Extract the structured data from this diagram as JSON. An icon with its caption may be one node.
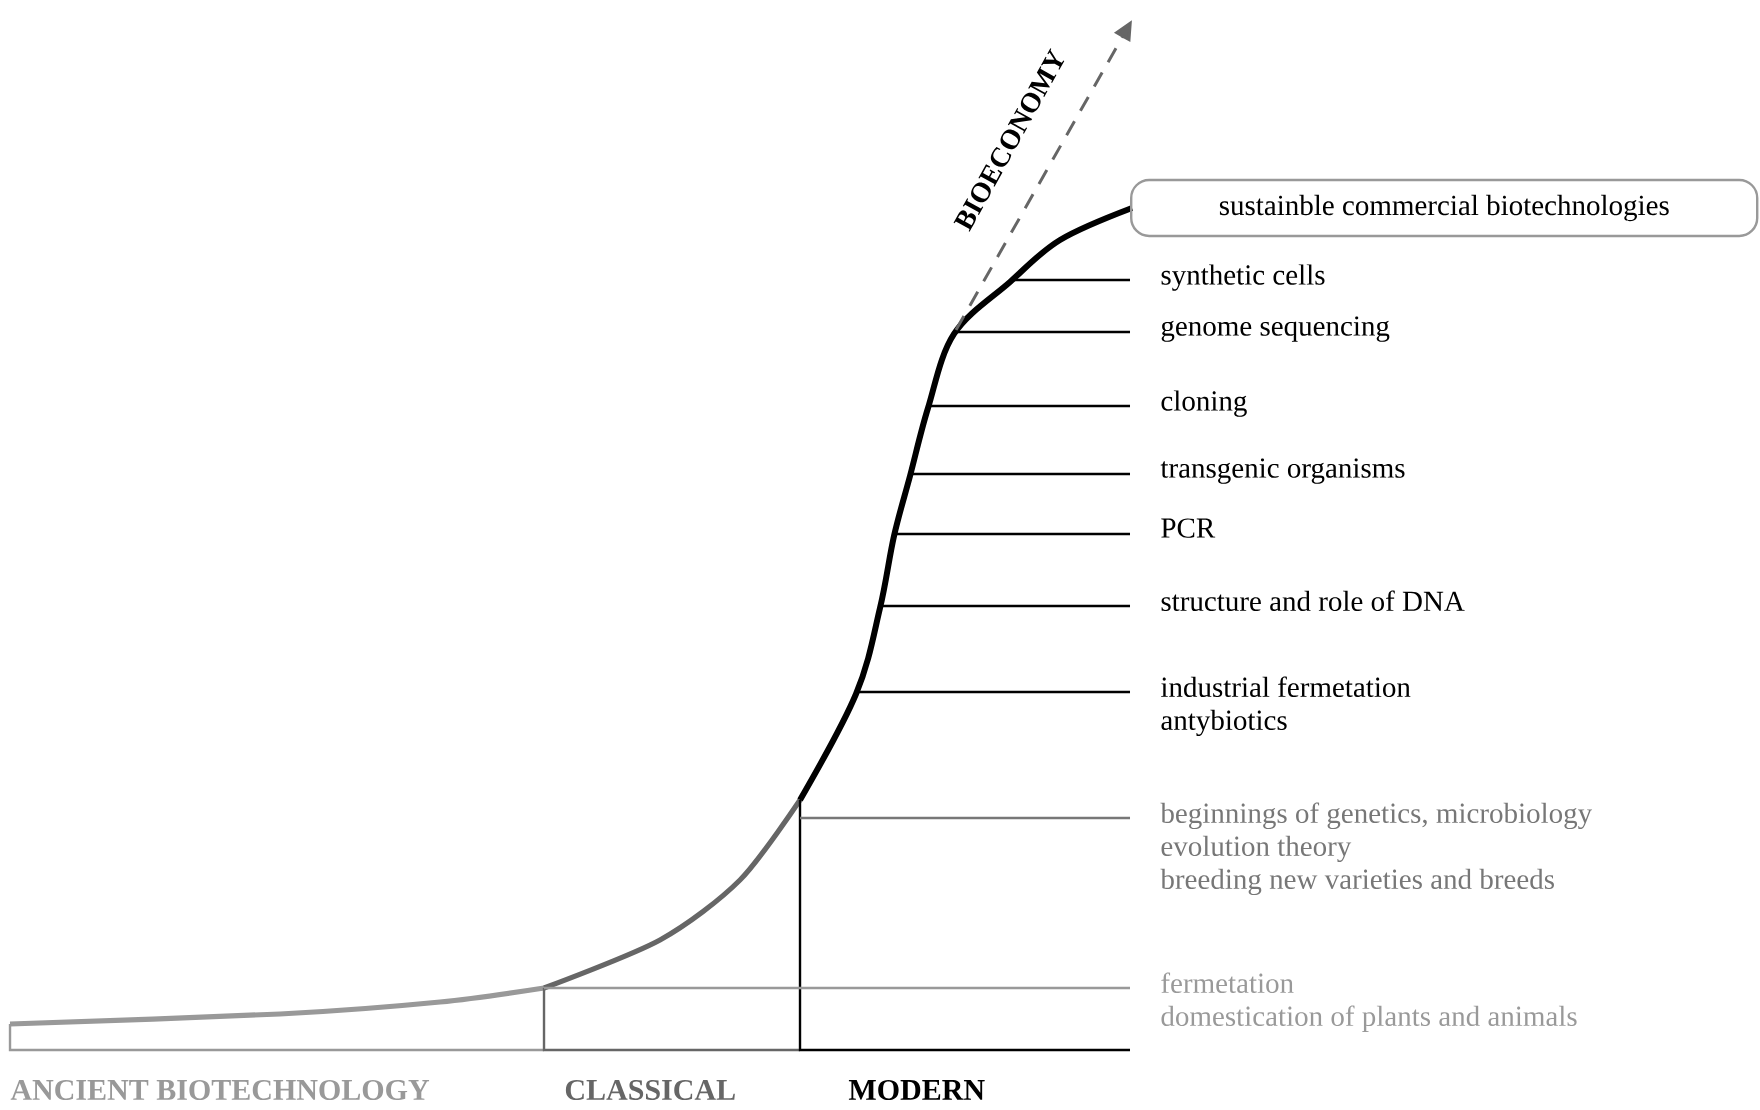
{
  "diagram": {
    "nodes": [
      {
        "text": [
          "sustainble commercial biotechnologies"
        ]
      },
      {
        "text": [
          "synthetic cells"
        ]
      },
      {
        "text": [
          "genome sequencing"
        ]
      },
      {
        "text": [
          "cloning"
        ]
      },
      {
        "text": [
          "transgenic organisms"
        ]
      },
      {
        "text": [
          "PCR"
        ]
      },
      {
        "text": [
          "structure and role of DNA"
        ]
      },
      {
        "text": [
          "industrial fermetation",
          "antybiotics"
        ]
      },
      {
        "text": [
          "beginnings of genetics, microbiology",
          "evolution theory",
          "breeding new varieties and breeds"
        ]
      },
      {
        "text": [
          "fermetation",
          "domestication of plants and animals"
        ]
      }
    ],
    "edges": [
      {
        "from": 1,
        "to": null,
        "arrow": "none"
      },
      {
        "from": 2,
        "to": null,
        "arrow": "none"
      },
      {
        "from": 3,
        "to": null,
        "arrow": "none"
      },
      {
        "from": 4,
        "to": null,
        "arrow": "none"
      },
      {
        "from": 5,
        "to": null,
        "arrow": "none"
      },
      {
        "from": 6,
        "to": null,
        "arrow": "none"
      },
      {
        "from": 7,
        "to": null,
        "arrow": "none"
      },
      {
        "from": 8,
        "to": null,
        "arrow": "none",
        "color": "#777777"
      },
      {
        "from": 9,
        "to": null,
        "arrow": "none",
        "color": "#999999"
      }
    ],
    "labels": [
      "BIOECONOMY",
      "ANCIENT BIOTECHNOLOGY",
      "CLASSICAL",
      "MODERN"
    ]
  }
}
